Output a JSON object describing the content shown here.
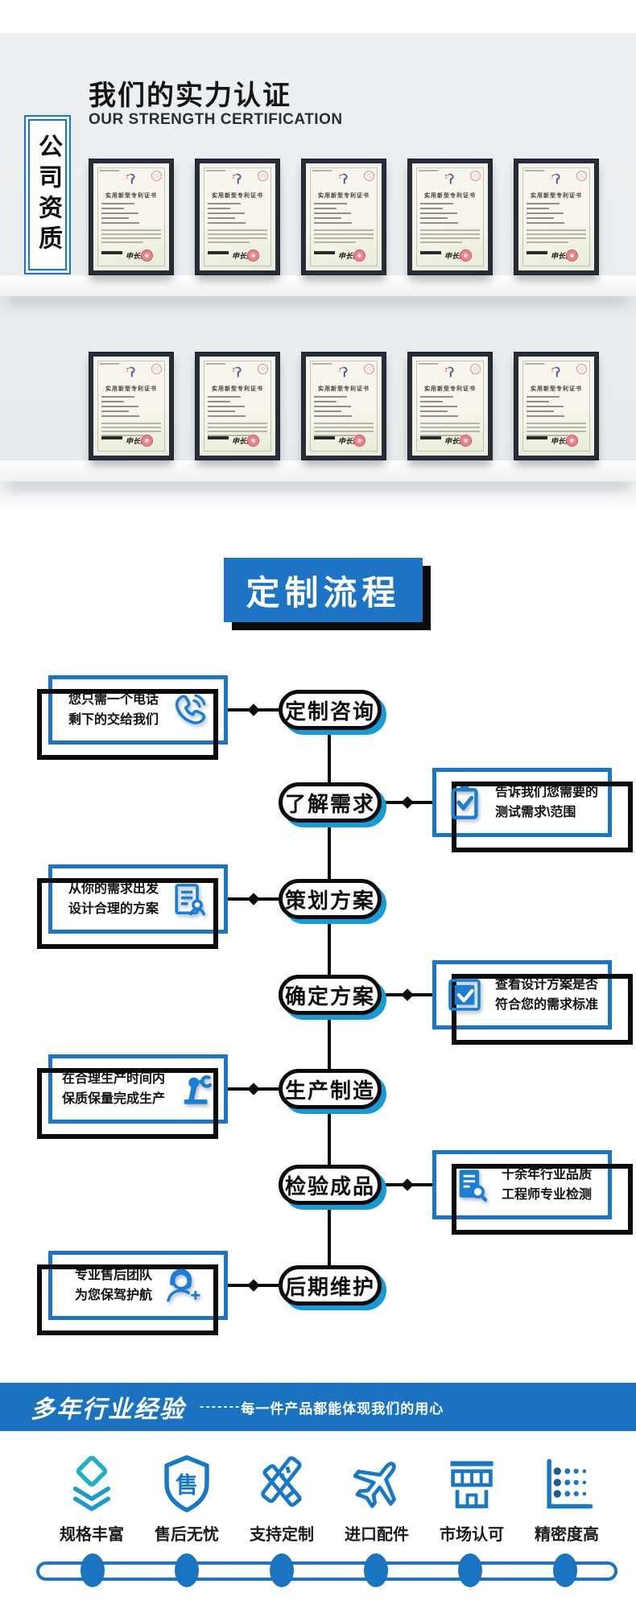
{
  "certs": {
    "tab": "公司资质",
    "title": "我们的实力认证",
    "subtitle": "OUR STRENGTH CERTIFICATION",
    "cert_title": "实用新型专利证书",
    "signature": "申长雨",
    "row_counts": [
      5,
      5
    ]
  },
  "process": {
    "title": "定制流程",
    "steps": [
      {
        "node": "定制咨询",
        "side": "left",
        "icon": "phone-icon",
        "callout": [
          "您只需一个电话",
          "剩下的交给我们"
        ]
      },
      {
        "node": "了解需求",
        "side": "right",
        "icon": "clipboard-check-icon",
        "callout": [
          "告诉我们您需要的",
          "测试需求\\范围"
        ]
      },
      {
        "node": "策划方案",
        "side": "left",
        "icon": "document-user-icon",
        "callout": [
          "从你的需求出发",
          "设计合理的方案"
        ]
      },
      {
        "node": "确定方案",
        "side": "right",
        "icon": "checkbox-icon",
        "callout": [
          "查看设计方案是否",
          "符合您的需求标准"
        ]
      },
      {
        "node": "生产制造",
        "side": "left",
        "icon": "robot-arm-icon",
        "callout": [
          "在合理生产时间内",
          "保质保量完成生产"
        ]
      },
      {
        "node": "检验成品",
        "side": "right",
        "icon": "document-search-icon",
        "callout": [
          "十余年行业品质",
          "工程师专业检测"
        ]
      },
      {
        "node": "后期维护",
        "side": "left",
        "icon": "headset-user-icon",
        "callout": [
          "专业售后团队",
          "为您保驾护航"
        ]
      }
    ]
  },
  "experience": {
    "title": "多年行业经验",
    "dashes": "-------",
    "subtitle": "每一件产品都能体现我们的用心",
    "features": [
      {
        "label": "规格丰富",
        "icon": "layers-icon"
      },
      {
        "label": "售后无忧",
        "icon": "shield-icon",
        "glyph": "售"
      },
      {
        "label": "支持定制",
        "icon": "tools-icon"
      },
      {
        "label": "进口配件",
        "icon": "airplane-icon"
      },
      {
        "label": "市场认可",
        "icon": "storefront-icon"
      },
      {
        "label": "精密度高",
        "icon": "chart-dots-icon"
      }
    ]
  },
  "colors": {
    "primary_blue": "#1c74c5",
    "title_box_blue": "#1d73c4",
    "pill_shadow_cyan": "#169bd5",
    "band_blue": "#1b72c0",
    "icon_blue": "#1a7fd4",
    "feature_teal": "#1fb0c8",
    "ink_black": "#0c0c0c",
    "wall_gray": "#edf0f2"
  }
}
